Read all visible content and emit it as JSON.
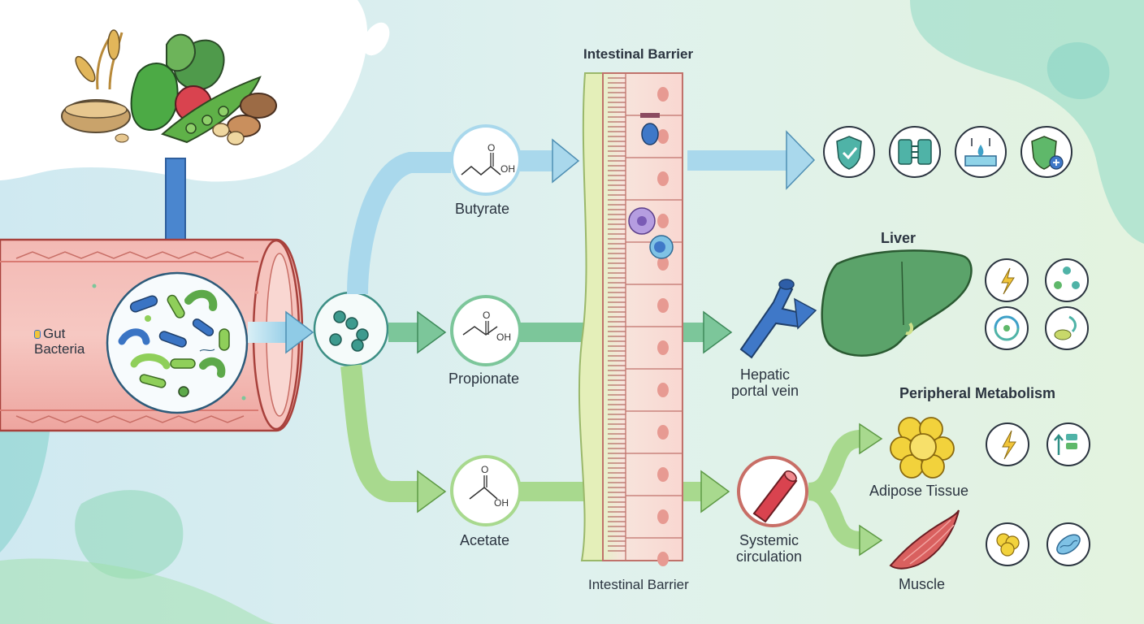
{
  "labels": {
    "gut_bacteria_line1": "Gut",
    "gut_bacteria_line2": "Bacteria",
    "butyrate": "Butyrate",
    "propionate": "Propionate",
    "acetate": "Acetate",
    "intestinal_barrier_top": "Intestinal Barrier",
    "intestinal_barrier_bottom": "Intestinal Barrier",
    "hepatic_portal_vein_line1": "Hepatic",
    "hepatic_portal_vein_line2": "portal vein",
    "systemic_circulation_line1": "Systemic",
    "systemic_circulation_line2": "circulation",
    "liver": "Liver",
    "peripheral_metabolism": "Peripheral Metabolism",
    "adipose_tissue": "Adipose Tissue",
    "muscle": "Muscle",
    "molecule_oh": "OH",
    "molecule_o": "O"
  },
  "colors": {
    "butyrate_arrow": "#a9d8ec",
    "propionate_arrow": "#7cc69a",
    "acetate_arrow": "#a8d98e",
    "intestine": "#f2b2ae",
    "barrier": "#f6d6cf",
    "liver": "#5ba36a",
    "icon_teal": "#2f8f86"
  },
  "icons": {
    "barrier_effects": [
      "shield-check-icon",
      "tight-junction-icon",
      "mucus-layer-icon",
      "immune-protection-icon"
    ],
    "liver_effects": [
      "energy-sparkle-icon",
      "cycle-icon",
      "regulation-cycle-icon",
      "lipid-synthesis-icon"
    ],
    "adipose_effects": [
      "energy-bolt-icon",
      "lipolysis-icon"
    ],
    "muscle_effects": [
      "fat-cell-icon",
      "mitochondria-icon"
    ]
  }
}
